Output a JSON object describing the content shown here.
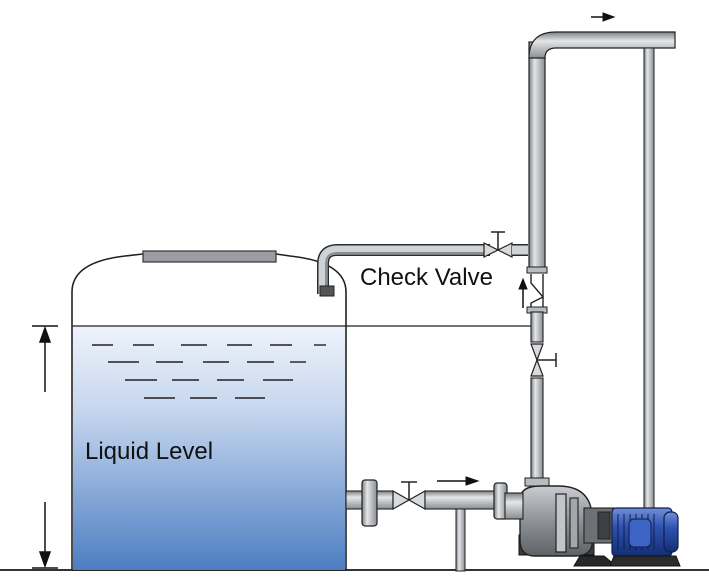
{
  "labels": {
    "check_valve": "Check Valve",
    "liquid_level": "Liquid Level"
  },
  "colors": {
    "pipe": "#a8acb0",
    "pipe_outline": "#2b2b2b",
    "liquid_top": "#e6eef8",
    "liquid_bottom": "#4f7fc0",
    "motor": "#2a4fa8",
    "pump_body": "#8e9296"
  },
  "flow_arrows": [
    "top-outlet-arrow",
    "suction-line-arrow",
    "discharge-up-arrow"
  ]
}
